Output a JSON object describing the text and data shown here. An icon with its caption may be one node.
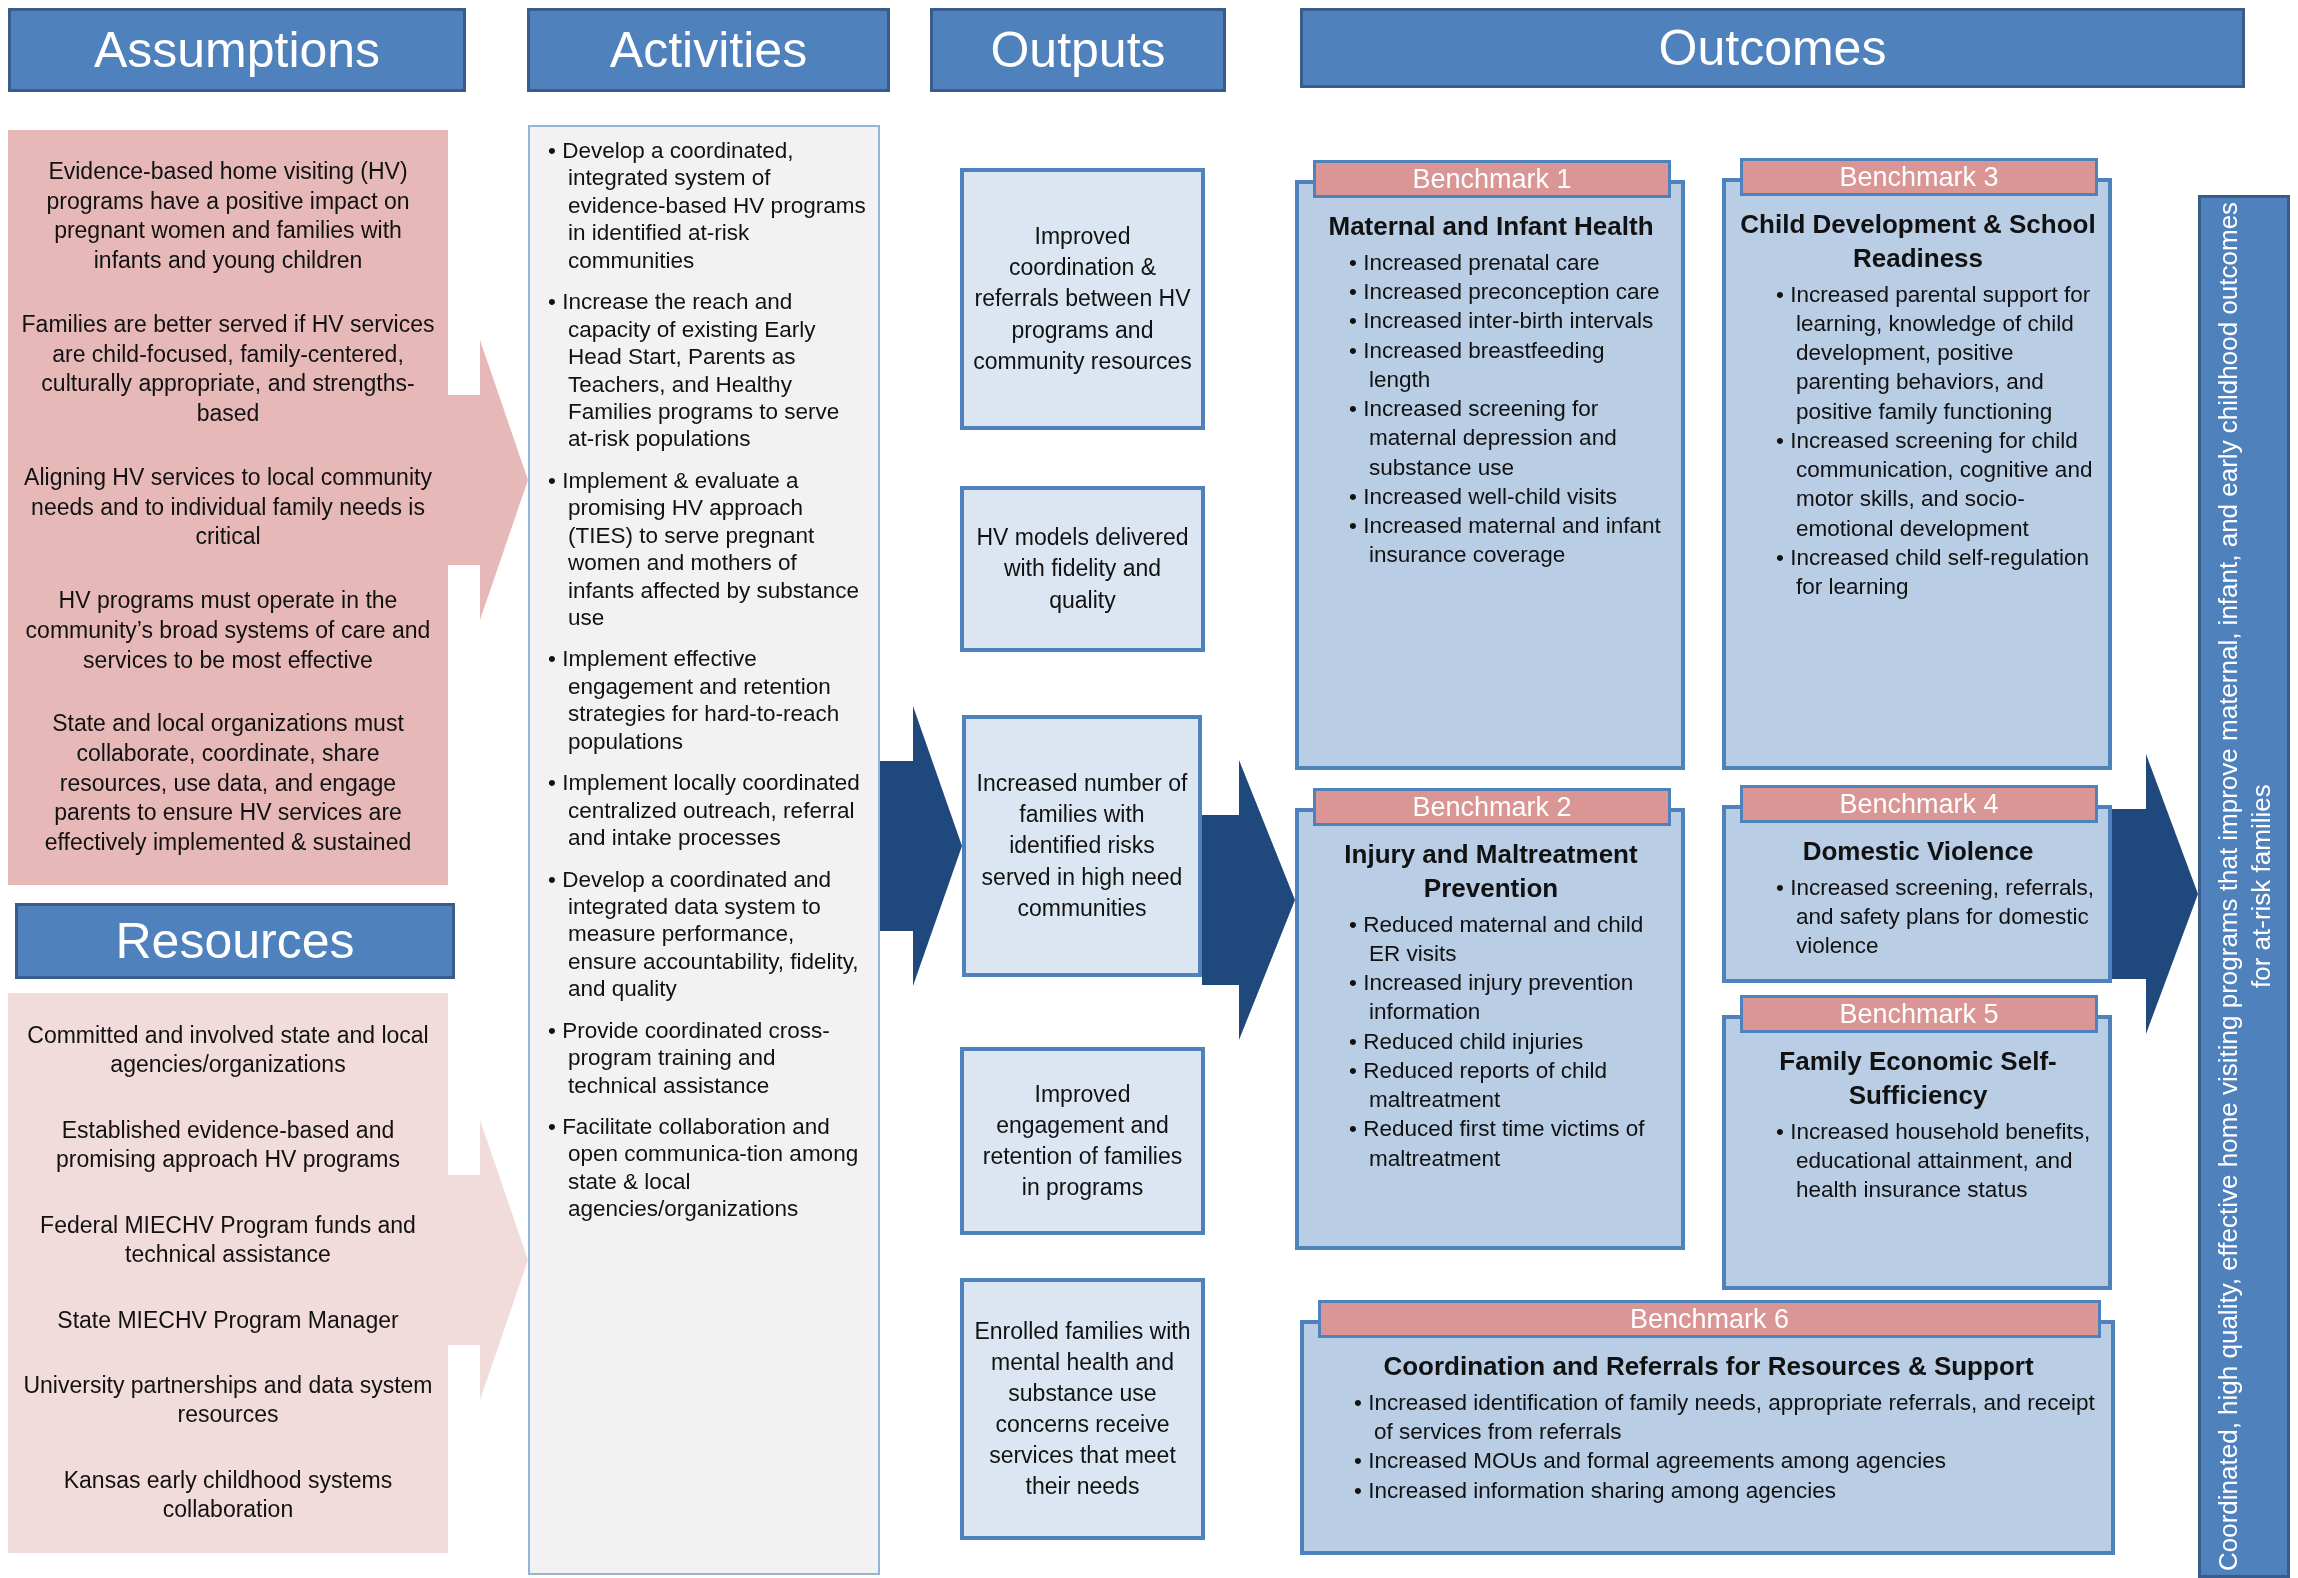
{
  "diagram": {
    "nodes": [
      {
        "text": [
          "Assumptions"
        ]
      },
      {
        "text": [
          "Evidence-based home visiting (HV) programs have a positive impact on pregnant women and families with infants and young children",
          "Families are better served if HV services are child-focused, family-centered, culturally appropriate, and strengths-based",
          "Aligning HV services to local community needs and  to individual family needs is critical",
          "HV programs must operate in the community’s broad systems of care and services to be most effective",
          "State and local organizations must collaborate, coordinate, share resources, use data, and engage parents to ensure HV services are effectively implemented & sustained"
        ]
      },
      {
        "text": [
          "Resources"
        ]
      },
      {
        "text": [
          "Committed and involved state and local agencies/organizations",
          "Established evidence-based and promising approach HV programs",
          "Federal MIECHV Program funds and technical assistance",
          "State MIECHV Program Manager",
          "University partnerships and data system resources",
          "Kansas early childhood systems collaboration"
        ]
      },
      {
        "text": [
          "Activities"
        ]
      },
      {
        "text": [
          "• Develop a coordinated, integrated system of evidence-based HV programs in identified at-risk communities",
          "• Increase the reach and capacity of existing Early Head Start, Parents as Teachers, and Healthy Families programs to serve at-risk populations",
          "• Implement & evaluate a promising HV approach (TIES) to serve pregnant women and mothers of infants affected by substance use",
          "• Implement effective engagement and retention strategies for hard-to-reach populations",
          "• Implement locally coordinated centralized outreach, referral and intake processes",
          "• Develop a coordinated and integrated data system to measure performance, ensure accountability, fidelity, and quality",
          "• Provide coordinated cross-program training and technical assistance",
          "• Facilitate collaboration and open communica-tion among state & local agencies/organizations"
        ]
      },
      {
        "text": [
          "Outputs"
        ]
      },
      {
        "text": [
          "Improved coordination & referrals between HV programs and community resources"
        ]
      },
      {
        "text": [
          "HV models delivered with fidelity and quality"
        ]
      },
      {
        "text": [
          "Increased number of families with identified risks served in high need communities"
        ]
      },
      {
        "text": [
          "Improved engagement and retention of families in programs"
        ]
      },
      {
        "text": [
          "Enrolled families with mental health and substance use concerns receive services that meet their needs"
        ]
      },
      {
        "text": [
          "Outcomes"
        ]
      },
      {
        "text": [
          "Benchmark 1",
          "Maternal and Infant Health",
          "• Increased prenatal care",
          "• Increased preconception care",
          "• Increased inter-birth intervals",
          "• Increased breastfeeding length",
          "• Increased screening for maternal depression and substance use",
          "• Increased well-child visits",
          "• Increased maternal and infant insurance coverage"
        ]
      },
      {
        "text": [
          "Benchmark 3",
          "Child Development & School Readiness",
          "• Increased parental support for learning, knowledge of child development, positive parenting behaviors, and positive family functioning",
          "• Increased screening for child communication, cognitive and motor skills, and socio-emotional development",
          "• Increased child self-regulation for learning"
        ]
      },
      {
        "text": [
          "Benchmark 2",
          "Injury and Maltreatment Prevention",
          "• Reduced maternal and child ER visits",
          "• Increased injury prevention information",
          "• Reduced child injuries",
          "• Reduced reports of child maltreatment",
          "• Reduced first time victims of maltreatment"
        ]
      },
      {
        "text": [
          "Benchmark 4",
          "Domestic Violence",
          "• Increased screening, referrals, and safety plans for domestic violence"
        ]
      },
      {
        "text": [
          "Benchmark 5",
          "Family Economic Self-Sufficiency",
          "• Increased household benefits, educational attainment, and health insurance status"
        ]
      },
      {
        "text": [
          "Benchmark 6",
          "Coordination and Referrals for Resources & Support",
          "• Increased identification of family needs, appropriate referrals, and receipt of services from referrals",
          "• Increased MOUs and formal agreements among agencies",
          "• Increased information sharing among agencies"
        ]
      },
      {
        "text": [
          "Coordinated, high quality, effective home visiting programs that improve maternal, infant, and early childhood outcomes for at-risk families"
        ]
      }
    ],
    "edges": [
      {
        "from": 1,
        "to": 5,
        "arrow": "to",
        "color": "#e6b9b8"
      },
      {
        "from": 3,
        "to": 5,
        "arrow": "to",
        "color": "#f2dcdb"
      },
      {
        "from": 5,
        "to": 9,
        "arrow": "to"
      },
      {
        "from": 9,
        "to": 15,
        "arrow": "to"
      },
      {
        "from": 16,
        "to": 19,
        "arrow": "to"
      }
    ]
  }
}
